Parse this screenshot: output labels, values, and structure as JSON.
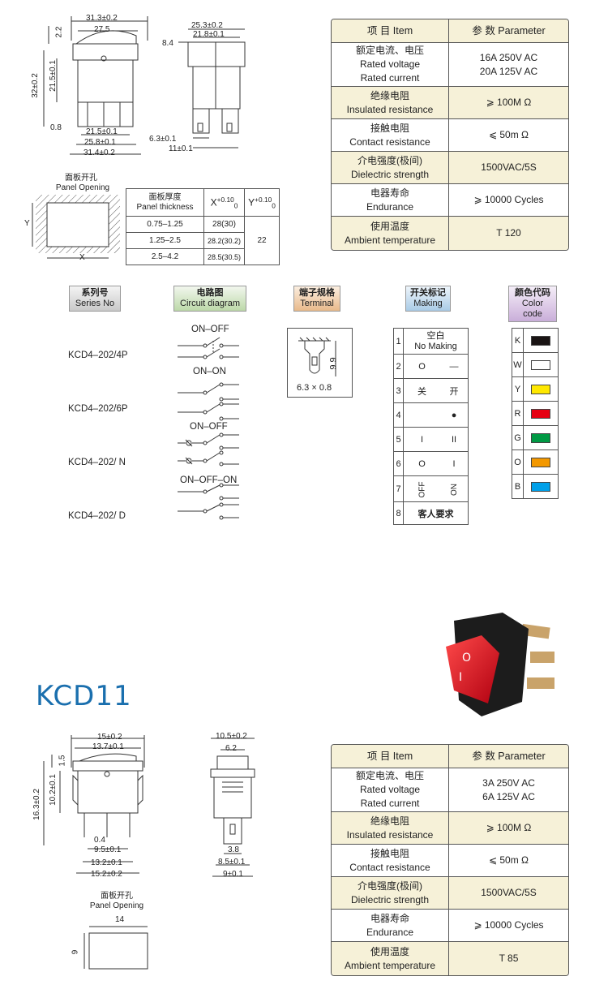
{
  "top_drawing": {
    "front": {
      "d_31_3": "31.3±0.2",
      "d_27_5": "27.5",
      "d_2_2": "2.2",
      "d_32": "32±0.2",
      "d_21_5v": "21.5±0.1",
      "d_0_8": "0.8",
      "d_21_5": "21.5±0.1",
      "d_25_8": "25.8±0.1",
      "d_31_4": "31.4±0.2"
    },
    "side": {
      "d_25_3": "25.3±0.2",
      "d_21_8": "21.8±0.1",
      "d_8_4": "8.4",
      "d_6_3": "6.3±0.1",
      "d_11": "11±0.1"
    }
  },
  "panel_opening": {
    "label_zh": "面板开孔",
    "label_en": "Panel Opening",
    "y": "Y",
    "x": "X"
  },
  "thickness_table": {
    "header_zh": "面板厚度",
    "header_en": "Panel thickness",
    "x_head": "X",
    "y_head": "Y",
    "tol_x": "+0.10",
    "tol_x2": "0",
    "tol_y": "+0.10",
    "tol_y2": "0",
    "rows": [
      {
        "t": "0.75–1.25",
        "x": "28(30)"
      },
      {
        "t": "1.25–2.5",
        "x": "28.2(30.2)"
      },
      {
        "t": "2.5–4.2",
        "x": "28.5(30.5)"
      }
    ],
    "y_value": "22"
  },
  "param_table_1": {
    "head_item": "项 目  Item",
    "head_param": "参 数  Parameter",
    "rows": [
      {
        "zh": "额定电流、电压",
        "en1": "Rated voltage",
        "en2": "Rated current",
        "v1": "16A 250V AC",
        "v2": "20A 125V AC"
      },
      {
        "zh": "绝缘电阻",
        "en1": "Insulated resistance",
        "v1": "⩾ 100M Ω"
      },
      {
        "zh": "接触电阻",
        "en1": "Contact resistance",
        "v1": "⩽ 50m Ω"
      },
      {
        "zh": "介电强度(极间)",
        "en1": "Dielectric strength",
        "v1": "1500VAC/5S"
      },
      {
        "zh": "电器寿命",
        "en1": "Endurance",
        "v1": "⩾ 10000 Cycles"
      },
      {
        "zh": "使用温度",
        "en1": "Ambient temperature",
        "v1": "T 120"
      }
    ]
  },
  "labels": {
    "series_zh": "系列号",
    "series_en": "Series No",
    "circuit_zh": "电路图",
    "circuit_en": "Circuit diagram",
    "terminal_zh": "端子规格",
    "terminal_en": "Terminal",
    "making_zh": "开关标记",
    "making_en": "Making",
    "color_zh": "颜色代码",
    "color_en": "Color code"
  },
  "models": [
    {
      "name": "KCD4–202/4P",
      "circuit": "ON–OFF"
    },
    {
      "name": "KCD4–202/6P",
      "circuit": "ON–ON"
    },
    {
      "name": "KCD4–202/ N",
      "circuit": "ON–OFF"
    },
    {
      "name": "KCD4–202/ D",
      "circuit": "ON–OFF–ON"
    }
  ],
  "terminal": {
    "h": "9.9",
    "size": "6.3 × 0.8"
  },
  "making_table": [
    {
      "n": "1",
      "a": "空白",
      "b": "No Making"
    },
    {
      "n": "2",
      "a": "O",
      "b": "—"
    },
    {
      "n": "3",
      "a": "关",
      "b": "开"
    },
    {
      "n": "4",
      "a": "",
      "b": "●"
    },
    {
      "n": "5",
      "a": "I",
      "b": "II"
    },
    {
      "n": "6",
      "a": "O",
      "b": "I"
    },
    {
      "n": "7",
      "a": "OFF",
      "b": "ON"
    },
    {
      "n": "8",
      "a": "客人要求",
      "b": ""
    }
  ],
  "color_table": [
    {
      "code": "K",
      "hex": "#1a1414"
    },
    {
      "code": "W",
      "hex": "#ffffff"
    },
    {
      "code": "Y",
      "hex": "#ffe800"
    },
    {
      "code": "R",
      "hex": "#e60012"
    },
    {
      "code": "G",
      "hex": "#009944"
    },
    {
      "code": "O",
      "hex": "#f39800"
    },
    {
      "code": "B",
      "hex": "#00a0e9"
    }
  ],
  "kcd11": {
    "title": "KCD11",
    "front": {
      "d_15": "15±0.2",
      "d_13_7": "13.7±0.1",
      "d_1_5": "1.5",
      "d_16_3": "16.3±0.2",
      "d_10_2": "10.2±0.1",
      "d_0_4": "0.4",
      "d_9_5": "9.5±0.1",
      "d_13_2": "13.2±0.1",
      "d_15_2": "15.2±0.2"
    },
    "side": {
      "d_10_5": "10.5±0.2",
      "d_6_2": "6.2",
      "d_3_8": "3.8",
      "d_8_5": "8.5±0.1",
      "d_9": "9±0.1"
    },
    "panel": {
      "label_zh": "面板开孔",
      "label_en": "Panel Opening",
      "w": "14",
      "h": "9"
    }
  },
  "param_table_2": {
    "head_item": "项 目  Item",
    "head_param": "参 数  Parameter",
    "rows": [
      {
        "zh": "额定电流、电压",
        "en1": "Rated voltage",
        "en2": "Rated current",
        "v1": "3A 250V AC",
        "v2": "6A 125V AC"
      },
      {
        "zh": "绝缘电阻",
        "en1": "Insulated resistance",
        "v1": "⩾ 100M Ω"
      },
      {
        "zh": "接触电阻",
        "en1": "Contact resistance",
        "v1": "⩽ 50m Ω"
      },
      {
        "zh": "介电强度(极间)",
        "en1": "Dielectric strength",
        "v1": "1500VAC/5S"
      },
      {
        "zh": "电器寿命",
        "en1": "Endurance",
        "v1": "⩾ 10000 Cycles"
      },
      {
        "zh": "使用温度",
        "en1": "Ambient temperature",
        "v1": "T 85"
      }
    ]
  }
}
